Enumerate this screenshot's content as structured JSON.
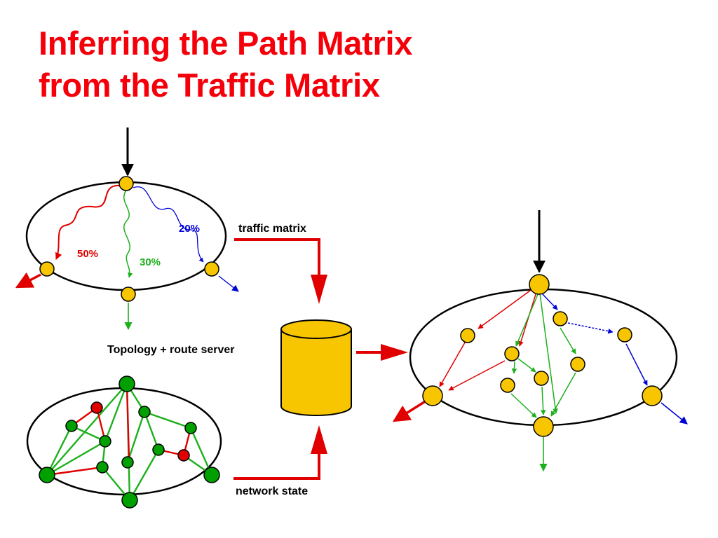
{
  "title": {
    "line1": "Inferring the Path Matrix",
    "line2": "from the Traffic Matrix"
  },
  "labels": {
    "traffic_matrix": "traffic matrix",
    "topology_route_server": "Topology + route server",
    "network_state": "network state"
  },
  "traffic_split": [
    {
      "value": "50%",
      "color": "#e00000"
    },
    {
      "value": "30%",
      "color": "#1cb01c"
    },
    {
      "value": "20%",
      "color": "#0000d8"
    }
  ],
  "colors": {
    "title": "#f5000a",
    "node_yellow": "#f7c600",
    "node_green": "#00a000",
    "node_red": "#e00000",
    "path_red": "#e00000",
    "path_green": "#1cb01c",
    "path_blue": "#0000d8",
    "database": "#f7c600"
  }
}
